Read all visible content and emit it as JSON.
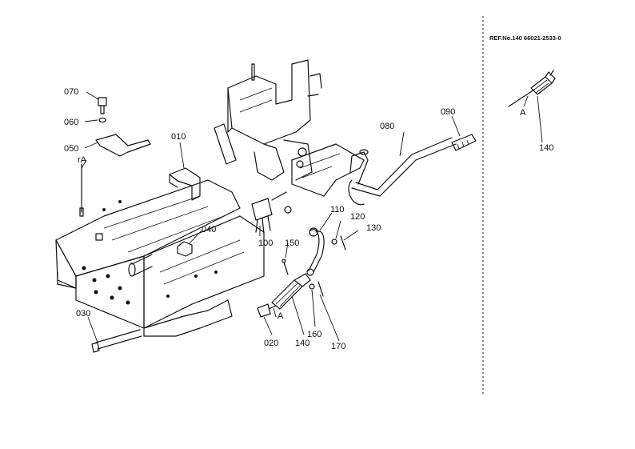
{
  "reference": {
    "label": "REF.No.140 66021-2533-0"
  },
  "parts": {
    "p070": "070",
    "p060": "060",
    "p050": "050",
    "p010": "010",
    "pA_left": "rA",
    "p040": "040",
    "p030": "030",
    "p100": "100",
    "p150": "150",
    "p110": "110",
    "p120": "120",
    "p130": "130",
    "p080": "080",
    "p090": "090",
    "pA_mid": "A",
    "p020": "020",
    "p140": "140",
    "p160": "160",
    "p170": "170"
  },
  "detail": {
    "callout": "A",
    "part": "140"
  }
}
